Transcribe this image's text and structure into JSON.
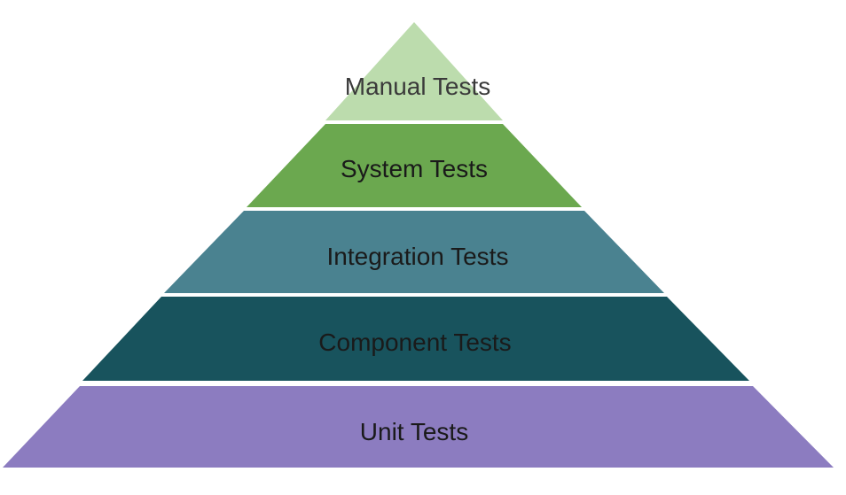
{
  "diagram": {
    "type": "pyramid",
    "tiers": [
      {
        "label": "Manual Tests",
        "color": "#bcdcad"
      },
      {
        "label": "System Tests",
        "color": "#6ba84f"
      },
      {
        "label": "Integration Tests",
        "color": "#4a8290"
      },
      {
        "label": "Component Tests",
        "color": "#18535d"
      },
      {
        "label": "Unit Tests",
        "color": "#8c7cc0"
      }
    ]
  }
}
